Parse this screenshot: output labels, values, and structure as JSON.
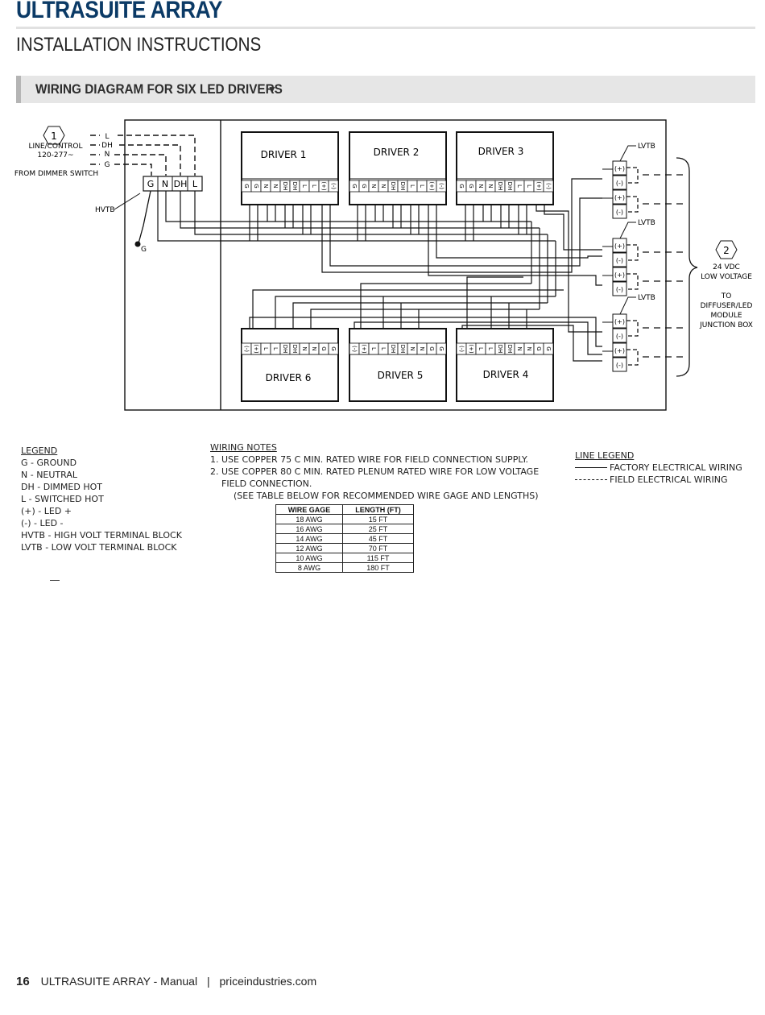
{
  "header": {
    "brand": "ULTRASUITE ARRAY",
    "subtitle": "INSTALLATION INSTRUCTIONS"
  },
  "section": {
    "title": "WIRING DIAGRAM FOR SIX LED DRIVERS",
    "toggle_icon": "triangle-down-icon"
  },
  "diagram": {
    "marker1": "1",
    "marker2": "2",
    "incoming_labels": [
      "L",
      "DH",
      "N",
      "G"
    ],
    "line_control_1": "LINE/CONTROL",
    "line_control_2": "120-277~",
    "from_dimmer": "FROM DIMMER SWITCH",
    "hvtb_label": "HVTB",
    "hvtb_terminals": [
      "G",
      "N",
      "DH",
      "L"
    ],
    "ground_label": "G",
    "drivers_top": [
      "DRIVER 1",
      "DRIVER 2",
      "DRIVER 3"
    ],
    "drivers_bottom": [
      "DRIVER 6",
      "DRIVER 5",
      "DRIVER 4"
    ],
    "driver_terminals": [
      "G",
      "G",
      "N",
      "N",
      "DH",
      "DH",
      "L",
      "L",
      "(+)",
      "(-)"
    ],
    "lvtb_label": "LVTB",
    "lvtb_plus": "(+)",
    "lvtb_minus": "(-)",
    "right_label_1": "24 VDC",
    "right_label_2": "LOW VOLTAGE",
    "right_label_3": "TO",
    "right_label_4": "DIFFUSER/LED",
    "right_label_5": "MODULE",
    "right_label_6": "JUNCTION BOX"
  },
  "legend": {
    "title": "LEGEND",
    "items": [
      "G - GROUND",
      "N - NEUTRAL",
      "DH - DIMMED HOT",
      "L - SWITCHED HOT",
      "(+) - LED +",
      "(-) - LED -",
      "HVTB - HIGH VOLT TERMINAL BLOCK",
      "LVTB - LOW VOLT TERMINAL BLOCK"
    ]
  },
  "wiring_notes": {
    "title": "WIRING NOTES",
    "note1": "1. USE COPPER 75 C MIN. RATED WIRE FOR FIELD CONNECTION SUPPLY.",
    "note2a": "2. USE COPPER 80 C MIN. RATED PLENUM RATED WIRE FOR LOW VOLTAGE",
    "note2b": "FIELD CONNECTION.",
    "note3": "(SEE TABLE BELOW FOR RECOMMENDED WIRE GAGE AND LENGTHS)"
  },
  "wire_table": {
    "headers": [
      "WIRE GAGE",
      "LENGTH (FT)"
    ],
    "rows": [
      [
        "18 AWG",
        "15 FT"
      ],
      [
        "16 AWG",
        "25 FT"
      ],
      [
        "14 AWG",
        "45 FT"
      ],
      [
        "12 AWG",
        "70 FT"
      ],
      [
        "10 AWG",
        "115 FT"
      ],
      [
        "8 AWG",
        "180 FT"
      ]
    ]
  },
  "line_legend": {
    "title": "LINE LEGEND",
    "factory": "FACTORY ELECTRICAL WIRING",
    "field": "FIELD ELECTRICAL WIRING"
  },
  "footer": {
    "page": "16",
    "manual": "ULTRASUITE ARRAY - Manual",
    "separator": "|",
    "site": "priceindustries.com"
  }
}
